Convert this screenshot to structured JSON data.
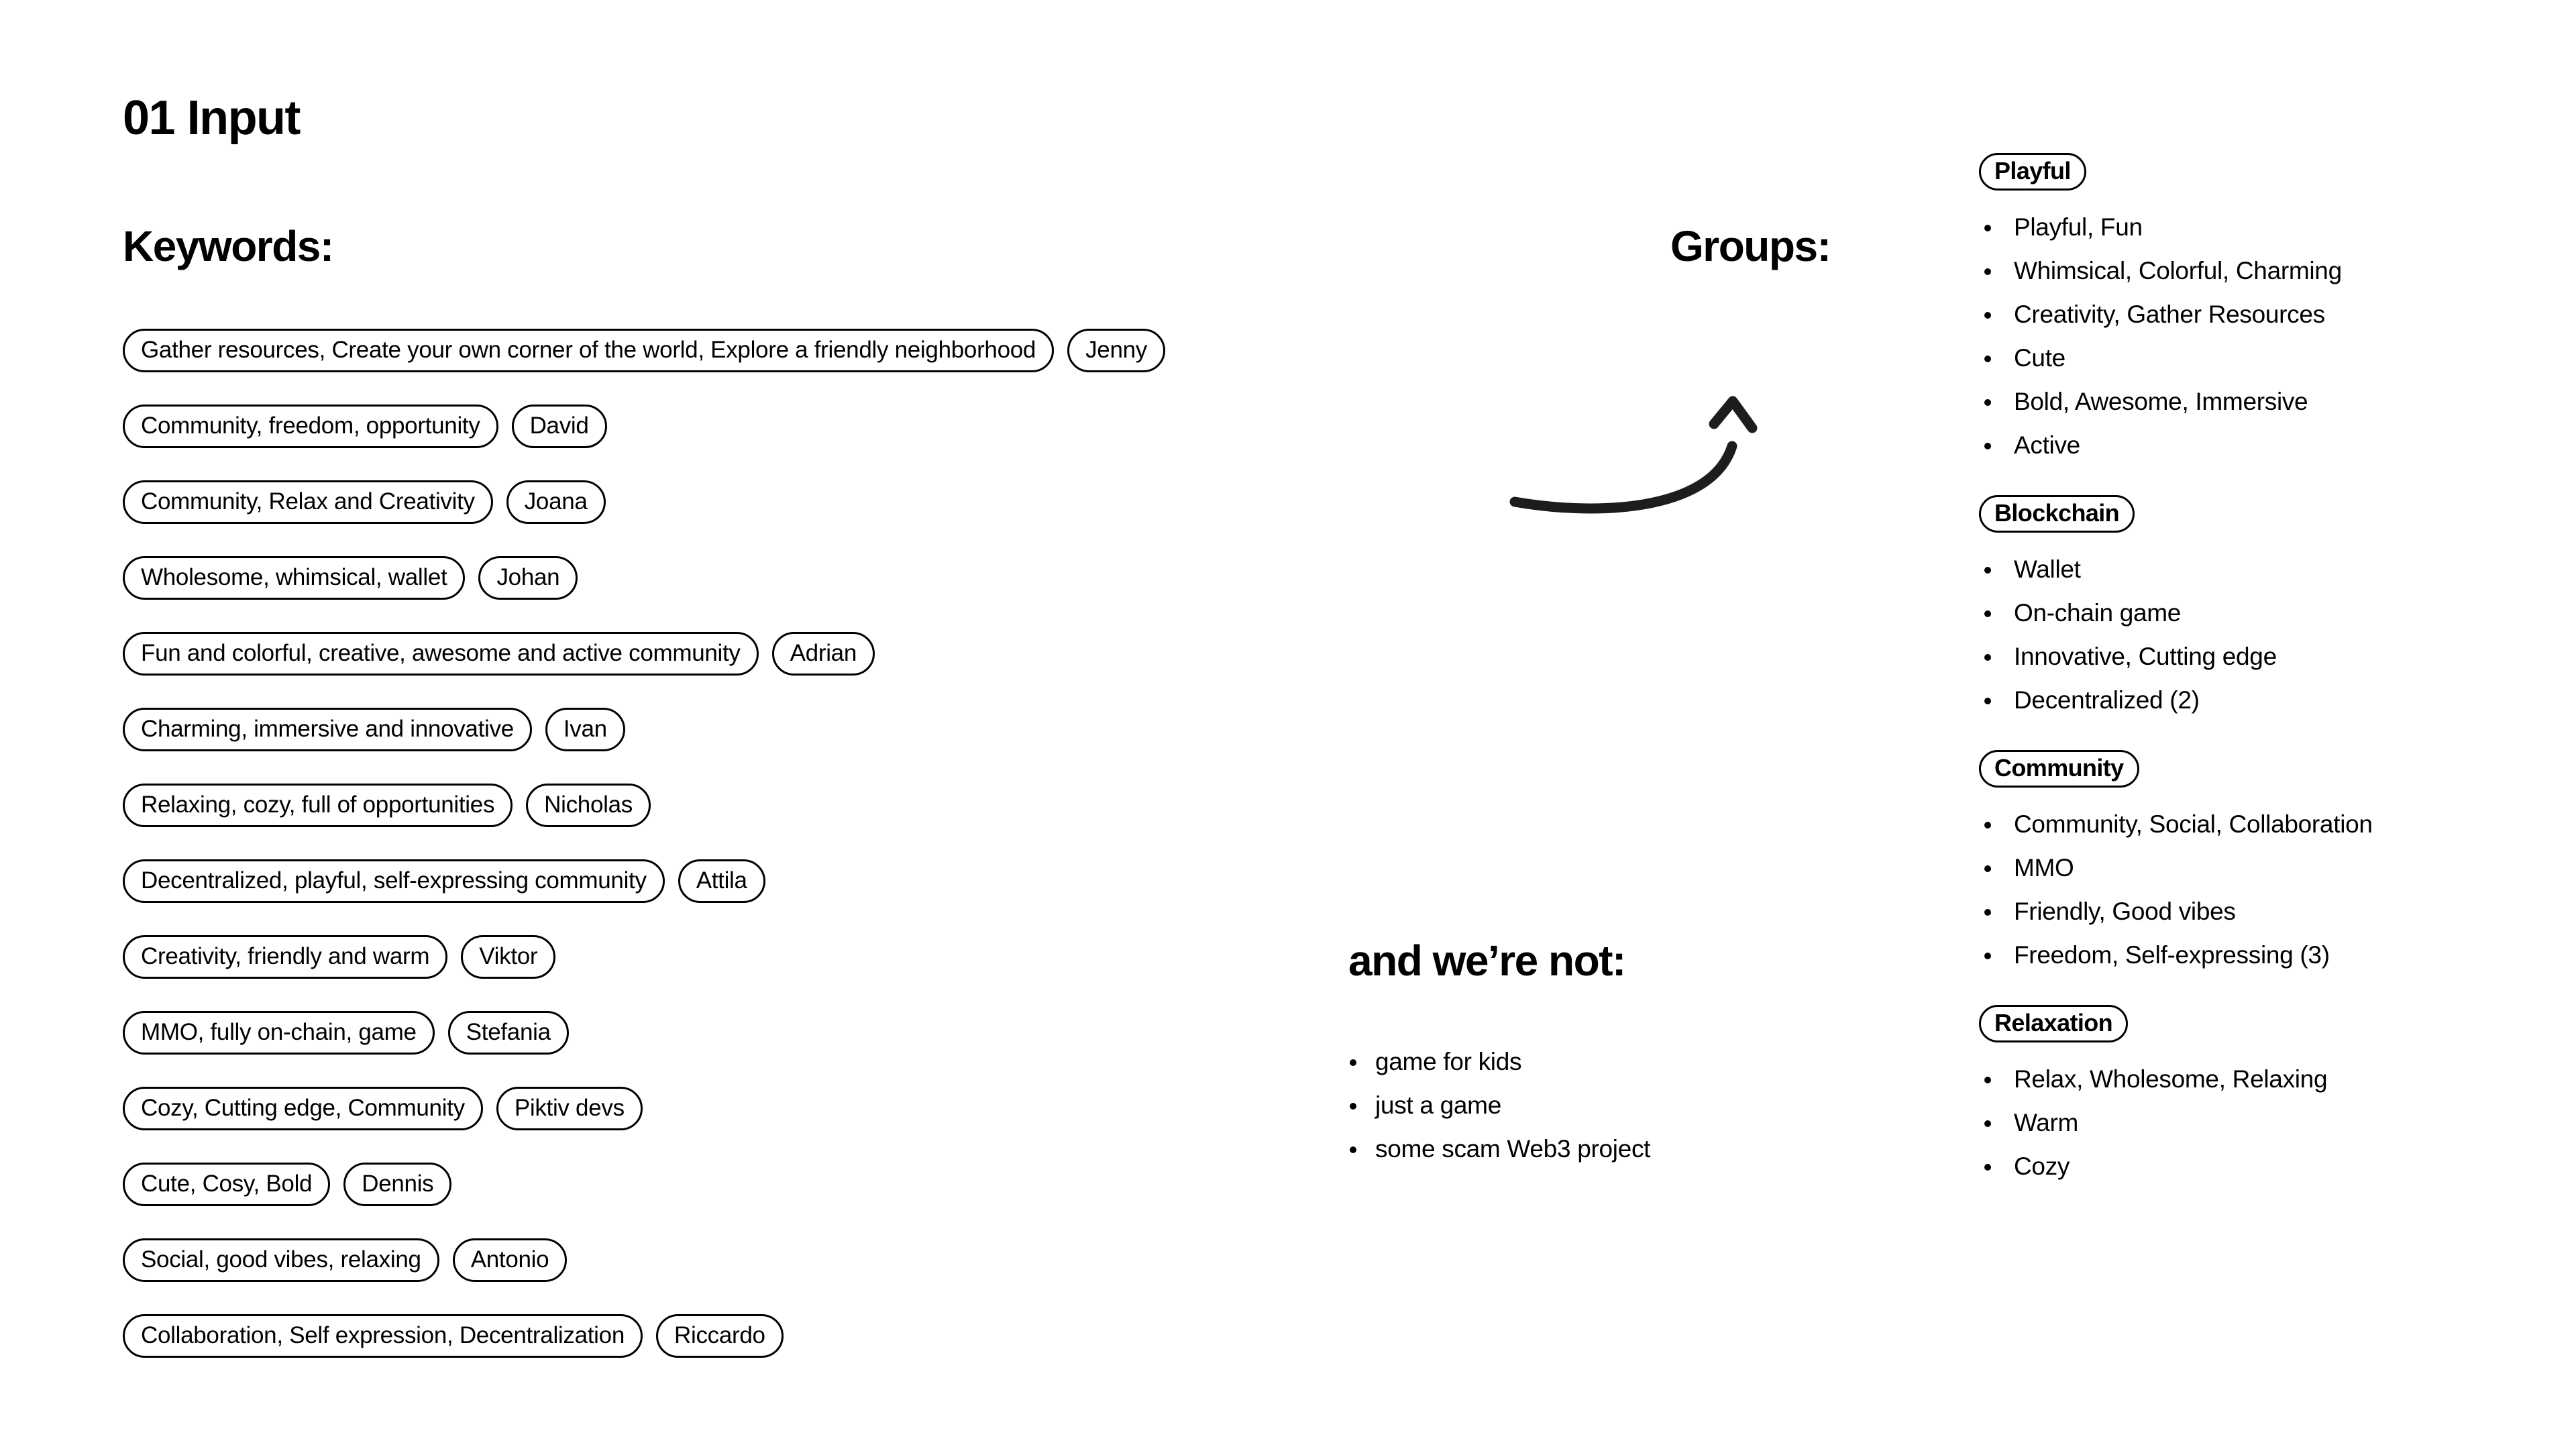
{
  "slide": {
    "number_title": "01 Input"
  },
  "keywords_section": {
    "heading": "Keywords:",
    "rows": [
      {
        "keywords": "Gather resources, Create your own corner of the world, Explore a friendly neighborhood",
        "author": "Jenny"
      },
      {
        "keywords": "Community, freedom, opportunity",
        "author": "David"
      },
      {
        "keywords": "Community, Relax and Creativity",
        "author": "Joana"
      },
      {
        "keywords": "Wholesome, whimsical, wallet",
        "author": "Johan"
      },
      {
        "keywords": "Fun and colorful, creative, awesome and active community",
        "author": "Adrian"
      },
      {
        "keywords": "Charming, immersive and innovative",
        "author": "Ivan"
      },
      {
        "keywords": "Relaxing, cozy, full of opportunities",
        "author": "Nicholas"
      },
      {
        "keywords": "Decentralized, playful, self-expressing community",
        "author": "Attila"
      },
      {
        "keywords": "Creativity, friendly and warm",
        "author": "Viktor"
      },
      {
        "keywords": "MMO, fully on-chain, game",
        "author": "Stefania"
      },
      {
        "keywords": "Cozy, Cutting edge, Community",
        "author": "Piktiv devs"
      },
      {
        "keywords": "Cute, Cosy, Bold",
        "author": "Dennis"
      },
      {
        "keywords": "Social, good vibes, relaxing",
        "author": "Antonio"
      },
      {
        "keywords": "Collaboration, Self expression, Decentralization",
        "author": "Riccardo"
      }
    ]
  },
  "groups_section": {
    "heading": "Groups:",
    "arrow": {
      "name": "curved-up-arrow",
      "color": "#1d1d1d"
    },
    "groups": [
      {
        "label": "Playful",
        "items": [
          "Playful, Fun",
          "Whimsical, Colorful, Charming",
          "Creativity, Gather Resources",
          "Cute",
          "Bold, Awesome, Immersive",
          "Active"
        ]
      },
      {
        "label": "Blockchain",
        "items": [
          "Wallet",
          "On-chain game",
          "Innovative, Cutting edge",
          "Decentralized (2)"
        ]
      },
      {
        "label": "Community",
        "items": [
          "Community, Social, Collaboration",
          "MMO",
          "Friendly, Good vibes",
          "Freedom, Self-expressing (3)"
        ]
      },
      {
        "label": "Relaxation",
        "items": [
          "Relax, Wholesome, Relaxing",
          "Warm",
          "Cozy"
        ]
      }
    ]
  },
  "not_section": {
    "heading": "and we’re not:",
    "items": [
      "game for kids",
      "just a game",
      "some scam Web3 project"
    ]
  },
  "colors": {
    "background": "#ffffff",
    "ink": "#000000",
    "arrow": "#1d1d1d"
  }
}
